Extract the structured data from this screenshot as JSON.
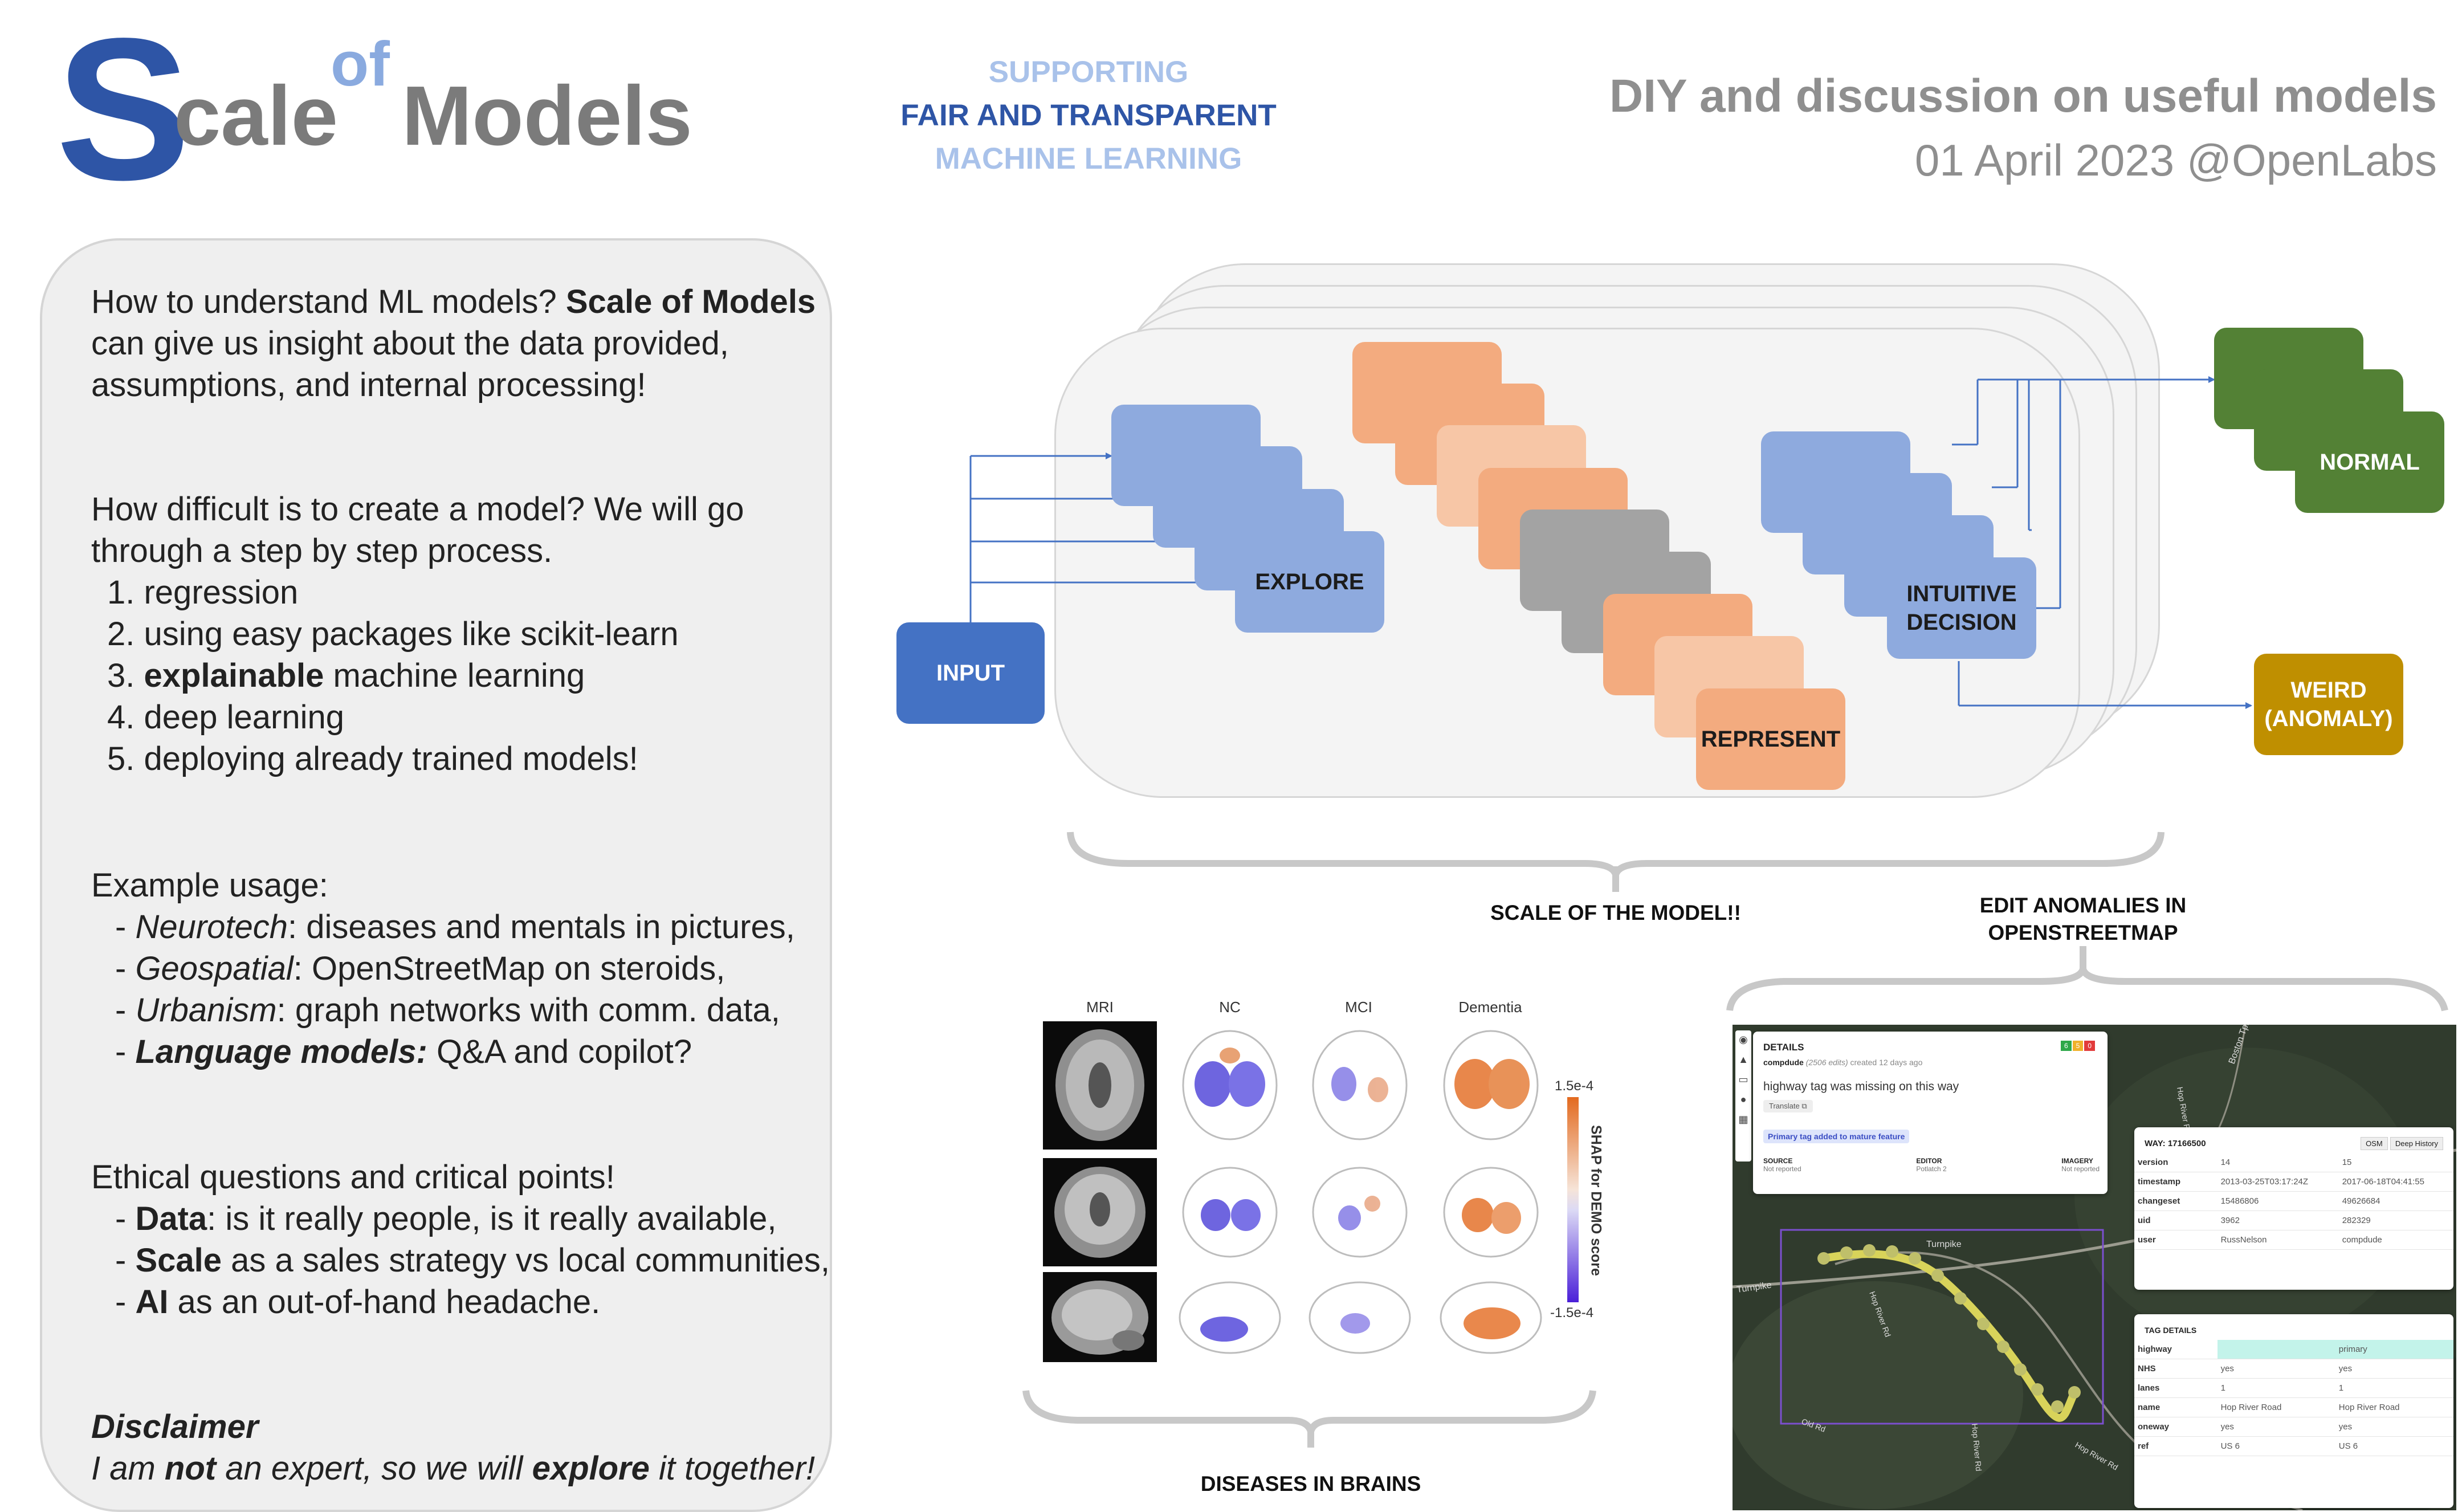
{
  "logo": {
    "s": "S",
    "cale": "cale",
    "of": "of",
    "models": "Models"
  },
  "tagline": [
    "SUPPORTING",
    "FAIR AND TRANSPARENT",
    "MACHINE LEARNING"
  ],
  "event": {
    "line1": "DIY and discussion on useful models",
    "line2": "01 April 2023 @OpenLabs"
  },
  "panel": {
    "intro": {
      "pre": "How to understand ML models? ",
      "bold": "Scale of Models",
      "line2": "can give us insight about the data provided,",
      "line3": "assumptions, and internal processing!"
    },
    "steps_title_1": "How difficult is to create a model? We will go",
    "steps_title_2": "through a step by step process.",
    "steps": [
      {
        "pre": "1. regression",
        "bold": "",
        "post": ""
      },
      {
        "pre": "2. using easy packages like scikit-learn",
        "bold": "",
        "post": ""
      },
      {
        "pre": "3. ",
        "bold": "explainable",
        "post": " machine learning"
      },
      {
        "pre": "4. deep learning",
        "bold": "",
        "post": ""
      },
      {
        "pre": "5. deploying already trained models!",
        "bold": "",
        "post": ""
      }
    ],
    "usage_title": "Example usage:",
    "usage": [
      {
        "dash": "- ",
        "field": "Neurotech",
        "text": ": diseases and mentals in pictures,"
      },
      {
        "dash": "- ",
        "field": "Geospatial",
        "text": ": OpenStreetMap on steroids,"
      },
      {
        "dash": "- ",
        "field": "Urbanism",
        "text": ": graph networks with comm. data,"
      },
      {
        "dash": "- ",
        "field": "Language models:",
        "text": " Q&A and copilot?"
      }
    ],
    "ethics_title": "Ethical questions and critical points!",
    "ethics": [
      {
        "dash": "- ",
        "bold": "Data",
        "text": ": is it really people, is it really available,"
      },
      {
        "dash": "- ",
        "bold": "Scale",
        "text": " as a sales strategy vs local communities,"
      },
      {
        "dash": "- ",
        "bold": "AI",
        "text": " as an out-of-hand headache."
      }
    ],
    "disclaimer_title": "Disclaimer",
    "disclaimer": {
      "a": "I am ",
      "b": "not",
      "c": " an expert, so we will ",
      "d": "explore",
      "e": " it together!"
    }
  },
  "diagram": {
    "input": "INPUT",
    "explore": "EXPLORE",
    "represent": "REPRESENT",
    "decision_1": "INTUITIVE",
    "decision_2": "DECISION",
    "normal": "NORMAL",
    "weird_1": "WEIRD",
    "weird_2": "(ANOMALY)",
    "caption": "SCALE OF THE MODEL!!",
    "colors": {
      "input": "#4472c4",
      "blue": "#8eaade",
      "orange": "#f3ab7f",
      "peach": "#f7c6a6",
      "grey": "#a3a3a3",
      "green": "#538135",
      "gold": "#bf8f00"
    }
  },
  "brains": {
    "columns": [
      "MRI",
      "NC",
      "MCI",
      "Dementia"
    ],
    "colorbar_max": "1.5e-4",
    "colorbar_min": "-1.5e-4",
    "colorbar_label": "SHAP for DEMO score",
    "caption": "DISEASES IN BRAINS"
  },
  "osm": {
    "caption_1": "EDIT ANOMALIES IN",
    "caption_2": "OPENSTREETMAP",
    "details": {
      "title": "DETAILS",
      "user": "compdude",
      "edits": "(2506 edits)",
      "created": "created 12 days ago",
      "comment": "highway tag was missing on this way",
      "translate": "Translate",
      "tag": "Primary tag added to mature feature",
      "badges": [
        "6",
        "5",
        "0"
      ],
      "meta": [
        {
          "k": "SOURCE",
          "v": "Not reported"
        },
        {
          "k": "EDITOR",
          "v": "Potlatch 2"
        },
        {
          "k": "IMAGERY",
          "v": "Not reported"
        }
      ]
    },
    "way": {
      "title": "WAY: 17166500",
      "btn_osm": "OSM",
      "btn_history": "Deep History",
      "rows": [
        [
          "version",
          "14",
          "15"
        ],
        [
          "timestamp",
          "2013-03-25T03:17:24Z",
          "2017-06-18T04:41:55"
        ],
        [
          "changeset",
          "15486806",
          "49626684"
        ],
        [
          "uid",
          "3962",
          "282329"
        ],
        [
          "user",
          "RussNelson",
          "compdude"
        ]
      ]
    },
    "tags": {
      "title": "TAG DETAILS",
      "rows": [
        [
          "highway",
          "",
          "primary"
        ],
        [
          "NHS",
          "yes",
          "yes"
        ],
        [
          "lanes",
          "1",
          "1"
        ],
        [
          "name",
          "Hop River Road",
          "Hop River Road"
        ],
        [
          "oneway",
          "yes",
          "yes"
        ],
        [
          "ref",
          "US 6",
          "US 6"
        ]
      ]
    },
    "map_labels": [
      "Turnpike",
      "Turnpike",
      "Boston Tpke",
      "Hop River Rd",
      "Hop River Rd",
      "Hop River Rd",
      "Old Rd",
      "Hop River Rd"
    ]
  }
}
